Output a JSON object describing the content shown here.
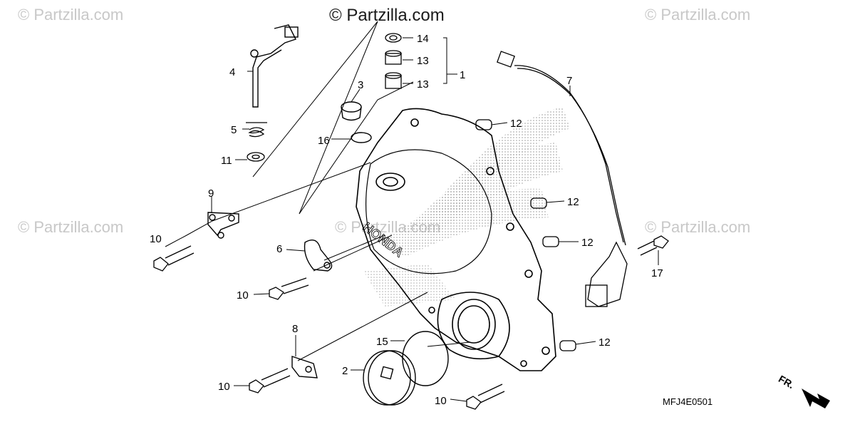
{
  "watermark_text": "© Partzilla.com",
  "brand_text": "© Partzilla.com",
  "diagram_code": "MFJ4E0501",
  "front_marker": "FR.",
  "part_numbers": {
    "p1": "1",
    "p2": "2",
    "p3": "3",
    "p4": "4",
    "p5": "5",
    "p6": "6",
    "p7": "7",
    "p8": "8",
    "p9": "9",
    "p10": "10",
    "p11": "11",
    "p12": "12",
    "p13": "13",
    "p14": "14",
    "p15": "15",
    "p16": "16",
    "p17": "17"
  },
  "colors": {
    "line": "#000000",
    "watermark": "#c8c8c8",
    "background": "#ffffff"
  }
}
